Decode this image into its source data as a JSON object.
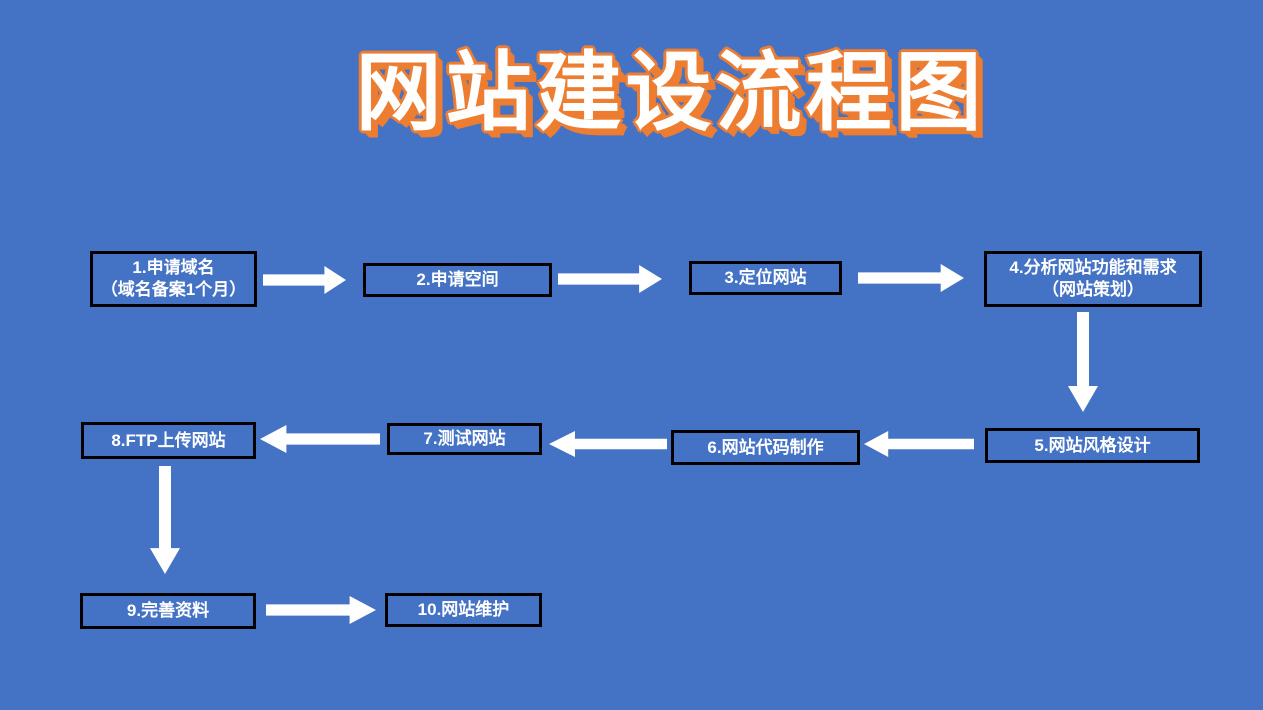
{
  "title": "网站建设流程图",
  "colors": {
    "background": "#4472C4",
    "title_fill": "#FFFFFF",
    "title_outline": "#ED7D31",
    "box_border": "#000000",
    "box_text": "#FFFFFF",
    "arrow": "#FFFFFF"
  },
  "nodes": [
    {
      "label": "1.申请域名",
      "sublabel": "（域名备案1个月）"
    },
    {
      "label": "2.申请空间",
      "sublabel": ""
    },
    {
      "label": "3.定位网站",
      "sublabel": ""
    },
    {
      "label": "4.分析网站功能和需求",
      "sublabel": "（网站策划）"
    },
    {
      "label": "5.网站风格设计",
      "sublabel": ""
    },
    {
      "label": "6.网站代码制作",
      "sublabel": ""
    },
    {
      "label": "7.测试网站",
      "sublabel": ""
    },
    {
      "label": "8.FTP上传网站",
      "sublabel": ""
    },
    {
      "label": "9.完善资料",
      "sublabel": ""
    },
    {
      "label": "10.网站维护",
      "sublabel": ""
    }
  ],
  "connections": [
    {
      "from": "1.申请域名",
      "to": "2.申请空间",
      "direction": "right"
    },
    {
      "from": "2.申请空间",
      "to": "3.定位网站",
      "direction": "right"
    },
    {
      "from": "3.定位网站",
      "to": "4.分析网站功能和需求",
      "direction": "right"
    },
    {
      "from": "4.分析网站功能和需求",
      "to": "5.网站风格设计",
      "direction": "down"
    },
    {
      "from": "5.网站风格设计",
      "to": "6.网站代码制作",
      "direction": "left"
    },
    {
      "from": "6.网站代码制作",
      "to": "7.测试网站",
      "direction": "left"
    },
    {
      "from": "7.测试网站",
      "to": "8.FTP上传网站",
      "direction": "left"
    },
    {
      "from": "8.FTP上传网站",
      "to": "9.完善资料",
      "direction": "down"
    },
    {
      "from": "9.完善资料",
      "to": "10.网站维护",
      "direction": "right"
    }
  ]
}
